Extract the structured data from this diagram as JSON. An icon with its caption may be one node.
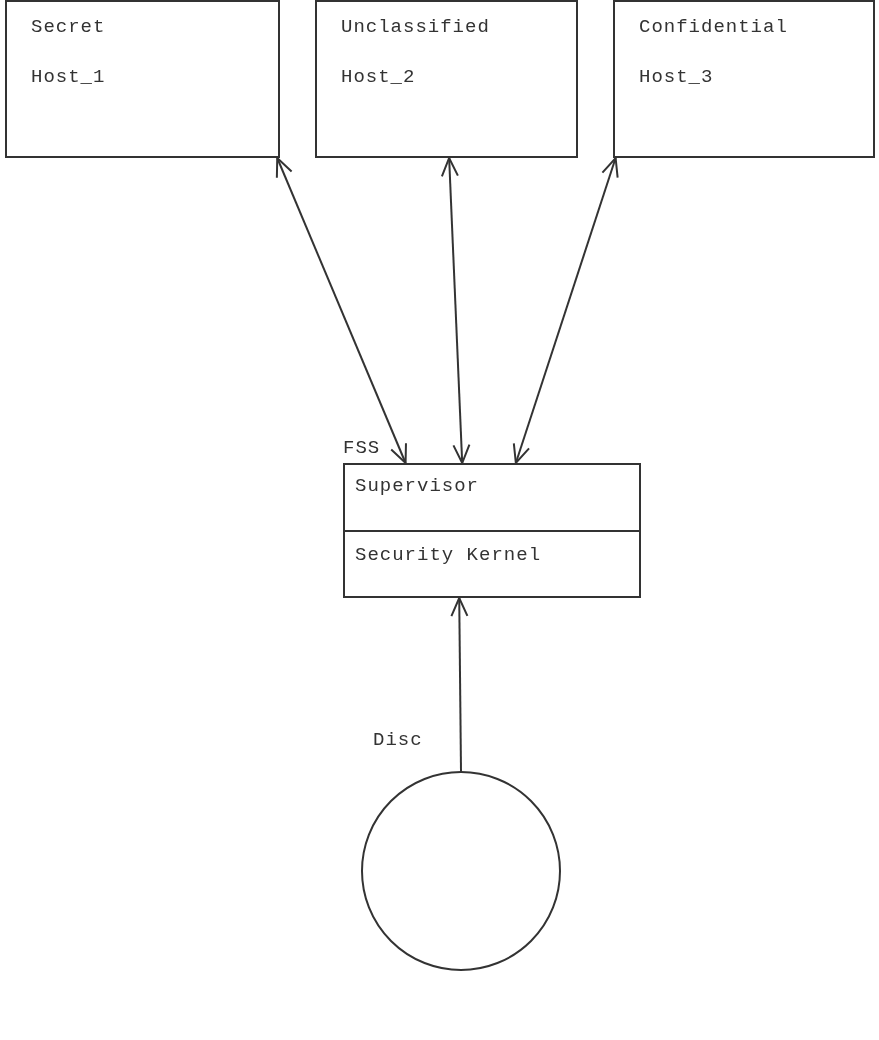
{
  "diagram": {
    "nodes": [
      {
        "text": [
          "Secret",
          "Host_1"
        ]
      },
      {
        "text": [
          "Unclassified",
          "Host_2"
        ]
      },
      {
        "text": [
          "Confidential",
          "Host_3"
        ]
      },
      {
        "text": [
          "FSS"
        ]
      },
      {
        "text": [
          "Supervisor"
        ],
        "in": 3
      },
      {
        "text": [
          "Security Kernel"
        ],
        "in": 3
      },
      {
        "text": [
          "Disc"
        ]
      }
    ],
    "edges": [
      {
        "from": 0,
        "to": 4,
        "arrow": "both"
      },
      {
        "from": 1,
        "to": 4,
        "arrow": "both"
      },
      {
        "from": 2,
        "to": 4,
        "arrow": "both"
      },
      {
        "from": 6,
        "to": 5,
        "arrow": "to"
      }
    ]
  }
}
